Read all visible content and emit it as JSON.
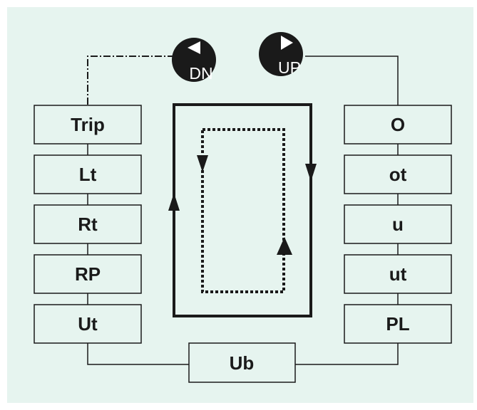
{
  "colors": {
    "background": "#e6f4ef",
    "ink": "#1a1a1a",
    "button_text": "#ffffff"
  },
  "buttons": {
    "down": {
      "label": "DN",
      "icon": "triangle-left-icon"
    },
    "up": {
      "label": "UP",
      "icon": "triangle-right-icon"
    }
  },
  "left_column": [
    "Trip",
    "Lt",
    "Rt",
    "RP",
    "Ut"
  ],
  "right_column": [
    "O",
    "ot",
    "u",
    "ut",
    "PL"
  ],
  "bottom": {
    "label": "Ub"
  }
}
